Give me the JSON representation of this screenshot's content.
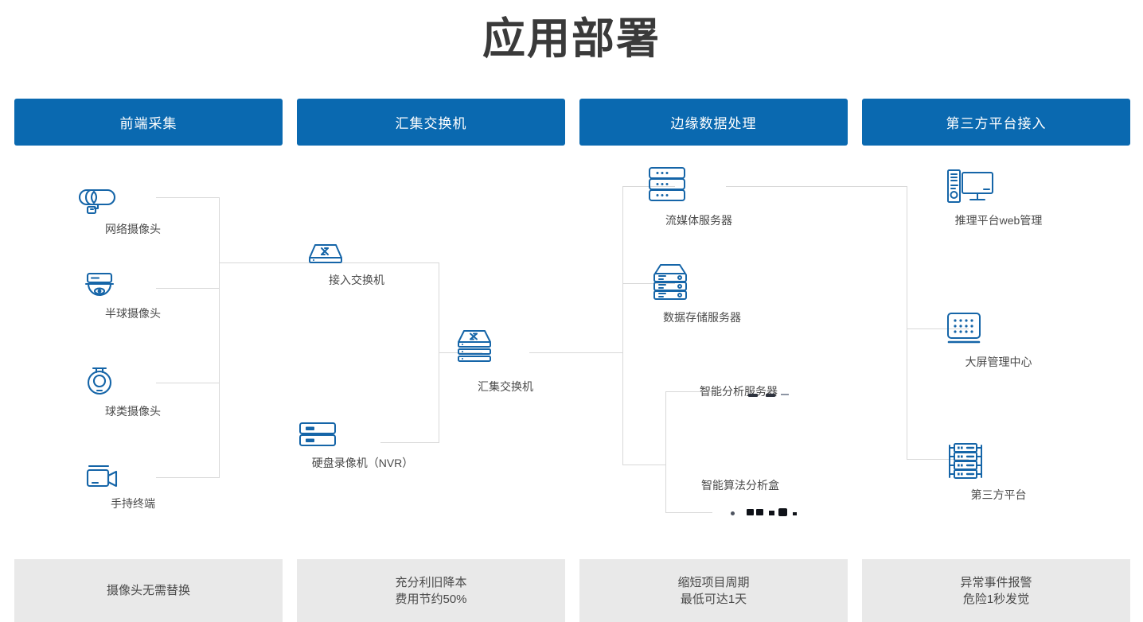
{
  "page": {
    "title": "应用部署",
    "accent_color": "#0a69b0",
    "icon_color": "#1565a8",
    "wire_color": "#d8d8d8",
    "footer_bg": "#e9e9e9",
    "text_color": "#4a4a4a"
  },
  "columns": [
    {
      "header": "前端采集",
      "footer": "摄像头无需替换"
    },
    {
      "header": "汇集交换机",
      "footer": "充分利旧降本\n费用节约50%"
    },
    {
      "header": "边缘数据处理",
      "footer": "缩短项目周期\n最低可达1天"
    },
    {
      "header": "第三方平台接入",
      "footer": "异常事件报警\n危险1秒发觉"
    }
  ],
  "nodes": {
    "bullet_camera": {
      "label": "网络摄像头",
      "icon": "bullet-camera-icon"
    },
    "dome_camera": {
      "label": "半球摄像头",
      "icon": "dome-camera-icon"
    },
    "ptz_camera": {
      "label": "球类摄像头",
      "icon": "ptz-camera-icon"
    },
    "handheld": {
      "label": "手持终端",
      "icon": "camcorder-icon"
    },
    "access_switch": {
      "label": "接入交换机",
      "icon": "switch-icon"
    },
    "nvr": {
      "label": "硬盘录像机（NVR）",
      "icon": "nvr-icon"
    },
    "agg_switch": {
      "label": "汇集交换机",
      "icon": "stacked-switch-icon"
    },
    "stream_server": {
      "label": "流媒体服务器",
      "icon": "rack-server-icon"
    },
    "storage_server": {
      "label": "数据存储服务器",
      "icon": "storage-server-icon"
    },
    "analysis_server": {
      "label": "智能分析服务器",
      "icon": "rackmount-server-photo"
    },
    "algorithm_box": {
      "label": "智能算法分析盒",
      "icon": "edge-box-photo"
    },
    "web_platform": {
      "label": "推理平台web管理",
      "icon": "desktop-monitor-icon"
    },
    "video_wall": {
      "label": "大屏管理中心",
      "icon": "video-wall-icon"
    },
    "third_party": {
      "label": "第三方平台",
      "icon": "server-cluster-icon"
    }
  }
}
